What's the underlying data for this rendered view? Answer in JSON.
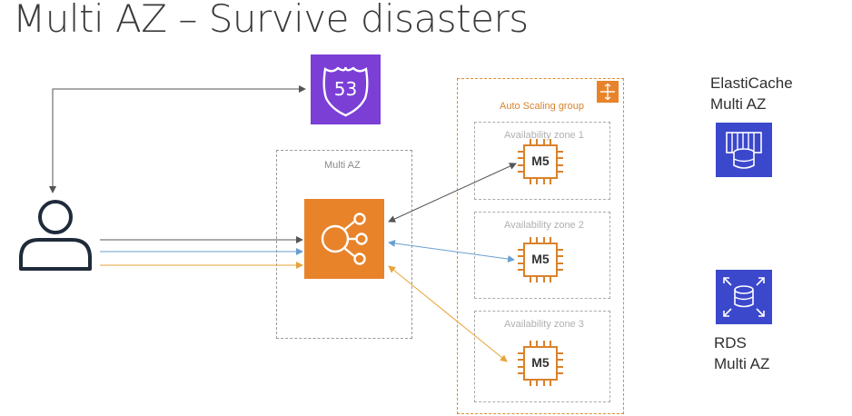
{
  "title": "Multi AZ – Survive disasters",
  "diagram": {
    "route53_label": "53",
    "multi_az_label": "Multi AZ",
    "asg_label": "Auto Scaling group",
    "zones": [
      {
        "label": "Availability zone 1",
        "instance": "M5"
      },
      {
        "label": "Availability zone 2",
        "instance": "M5"
      },
      {
        "label": "Availability zone 3",
        "instance": "M5"
      }
    ],
    "elasticache": {
      "line1": "ElastiCache",
      "line2": "Multi AZ"
    },
    "rds": {
      "line1": "RDS",
      "line2": "Multi AZ"
    },
    "colors": {
      "route53": "#7b3fd6",
      "elb": "#e8832a",
      "ec2": "#d9822b",
      "db": "#3b48cc",
      "arrow_dark": "#555555",
      "arrow_blue": "#6a9fcf",
      "arrow_orange": "#e7a53a"
    }
  }
}
